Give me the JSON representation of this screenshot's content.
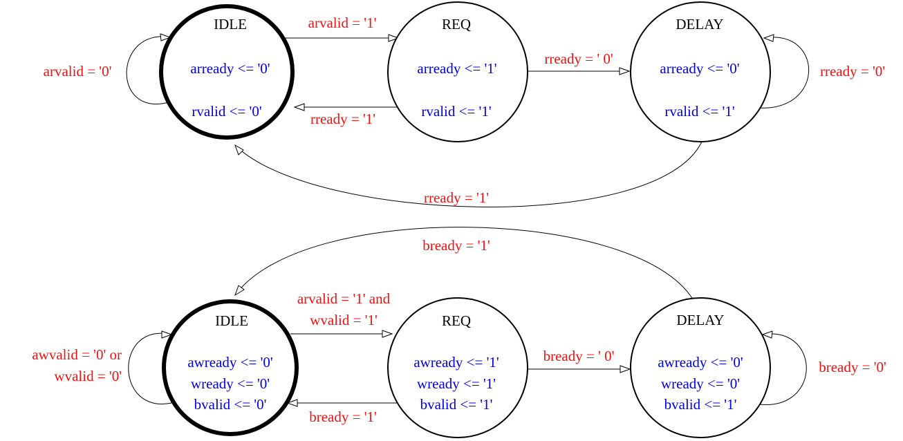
{
  "colors": {
    "condition": "#ee1111",
    "action": "#0000e0",
    "stroke": "#000000",
    "background": "#ffffff"
  },
  "read_fsm": {
    "states": {
      "idle": {
        "name": "IDLE",
        "actions": [
          "arready <= '0'",
          "rvalid <= '0'"
        ]
      },
      "req": {
        "name": "REQ",
        "actions": [
          "arready <= '1'",
          "rvalid <= '1'"
        ]
      },
      "delay": {
        "name": "DELAY",
        "actions": [
          "arready <= '0'",
          "rvalid <= '1'"
        ]
      }
    },
    "transitions": {
      "idle_self": "arvalid = '0'",
      "idle_to_req": "arvalid = '1'",
      "req_to_idle": "rready = '1'",
      "req_to_delay": "rready = ' 0'",
      "delay_self": "rready = '0'",
      "delay_to_idle": "rready = '1'"
    }
  },
  "write_fsm": {
    "states": {
      "idle": {
        "name": "IDLE",
        "actions": [
          "awready <= '0'",
          "wready <= '0'",
          "bvalid <= '0'"
        ]
      },
      "req": {
        "name": "REQ",
        "actions": [
          "awready <= '1'",
          "wready <= '1'",
          "bvalid <= '1'"
        ]
      },
      "delay": {
        "name": "DELAY",
        "actions": [
          "awready <= '0'",
          "wready <= '0'",
          "bvalid <= '1'"
        ]
      }
    },
    "transitions": {
      "idle_self": [
        "awvalid = '0' or",
        "wvalid = '0'"
      ],
      "idle_to_req": [
        "arvalid = '1' and",
        "wvalid = '1'"
      ],
      "req_to_idle": "bready = '1'",
      "req_to_delay": "bready = ' 0'",
      "delay_self": "bready = '0'",
      "delay_to_idle": "bready = '1'"
    }
  }
}
